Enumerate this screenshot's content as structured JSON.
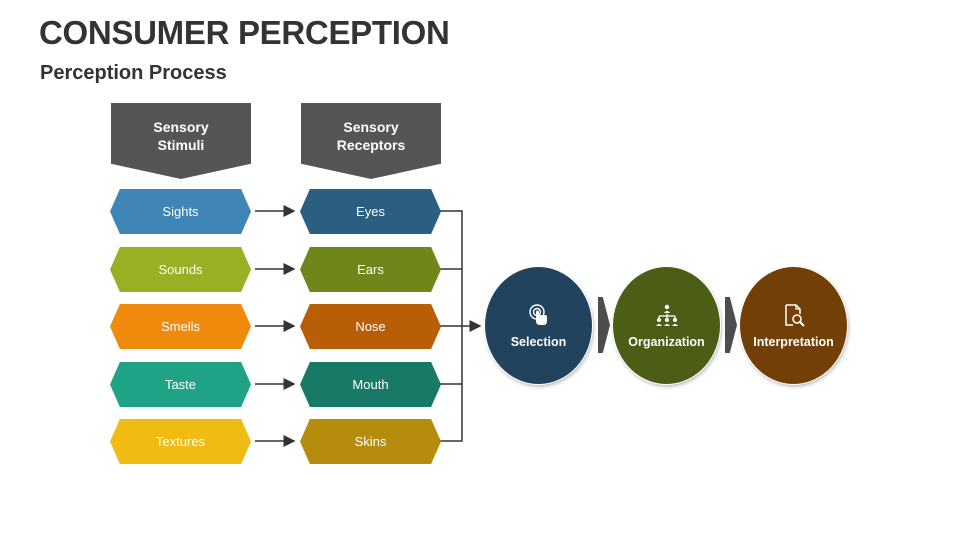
{
  "title": "CONSUMER PERCEPTION",
  "subtitle": "Perception Process",
  "headers": {
    "stimuli": "Sensory\nStimuli",
    "receptors": "Sensory\nReceptors"
  },
  "stimuli": [
    {
      "label": "Sights",
      "color": "#3f86b6"
    },
    {
      "label": "Sounds",
      "color": "#9ab024"
    },
    {
      "label": "Smells",
      "color": "#f08a0c"
    },
    {
      "label": "Taste",
      "color": "#1fa286"
    },
    {
      "label": "Textures",
      "color": "#f0bb12"
    }
  ],
  "receptors": [
    {
      "label": "Eyes",
      "color": "#2b5e80"
    },
    {
      "label": "Ears",
      "color": "#6f861a"
    },
    {
      "label": "Nose",
      "color": "#b85e06"
    },
    {
      "label": "Mouth",
      "color": "#187a66"
    },
    {
      "label": "Skins",
      "color": "#b58c0d"
    }
  ],
  "process": [
    {
      "label": "Selection",
      "color": "#21435e",
      "icon": "touch-select-icon"
    },
    {
      "label": "Organization",
      "color": "#4c5e15",
      "icon": "org-chart-icon"
    },
    {
      "label": "Interpretation",
      "color": "#723f06",
      "icon": "document-search-icon"
    }
  ]
}
